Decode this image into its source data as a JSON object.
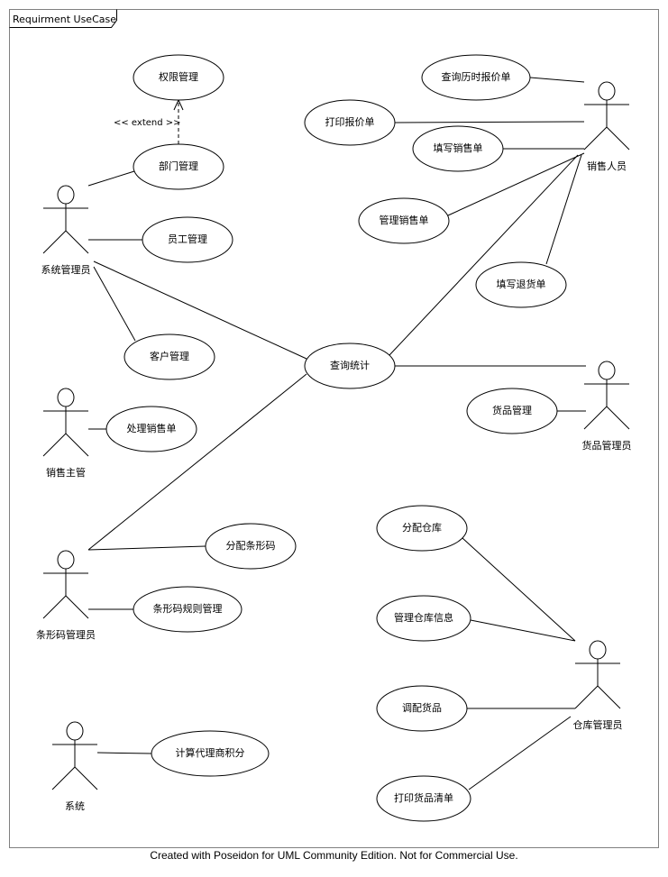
{
  "diagram": {
    "frame_title": "Requirment UseCase",
    "footer": "Created with Poseidon for UML Community Edition. Not for Commercial Use."
  },
  "actors": [
    {
      "id": "sysadmin",
      "label": "系统管理员"
    },
    {
      "id": "sales",
      "label": "销售人员"
    },
    {
      "id": "salesmgr",
      "label": "销售主管"
    },
    {
      "id": "goodsmgr",
      "label": "货品管理员"
    },
    {
      "id": "barcodemgr",
      "label": "条形码管理员"
    },
    {
      "id": "warehousemgr",
      "label": "仓库管理员"
    },
    {
      "id": "system",
      "label": "系统"
    }
  ],
  "use_cases": [
    {
      "id": "perm",
      "label": "权限管理"
    },
    {
      "id": "dept",
      "label": "部门管理"
    },
    {
      "id": "staff",
      "label": "员工管理"
    },
    {
      "id": "customer",
      "label": "客户管理"
    },
    {
      "id": "query",
      "label": "查询统计"
    },
    {
      "id": "history_quote",
      "label": "查询历时报价单"
    },
    {
      "id": "print_quote",
      "label": "打印报价单"
    },
    {
      "id": "fill_sales",
      "label": "填写销售单"
    },
    {
      "id": "manage_sales",
      "label": "管理销售单"
    },
    {
      "id": "fill_return",
      "label": "填写退货单"
    },
    {
      "id": "goods",
      "label": "货品管理"
    },
    {
      "id": "handle_sales",
      "label": "处理销售单"
    },
    {
      "id": "assign_barcode",
      "label": "分配条形码"
    },
    {
      "id": "barcode_rules",
      "label": "条形码规则管理"
    },
    {
      "id": "assign_wh",
      "label": "分配仓库"
    },
    {
      "id": "wh_info",
      "label": "管理仓库信息"
    },
    {
      "id": "allocate_goods",
      "label": "调配货品"
    },
    {
      "id": "print_goods",
      "label": "打印货品清单"
    },
    {
      "id": "agent_points",
      "label": "计算代理商积分"
    }
  ],
  "relations": [
    {
      "type": "extend",
      "from": "dept",
      "to": "perm",
      "label": "<< extend >>"
    },
    {
      "type": "association",
      "from": "sysadmin",
      "to": "dept"
    },
    {
      "type": "association",
      "from": "sysadmin",
      "to": "staff"
    },
    {
      "type": "association",
      "from": "sysadmin",
      "to": "customer"
    },
    {
      "type": "association",
      "from": "sysadmin",
      "to": "query"
    },
    {
      "type": "association",
      "from": "sales",
      "to": "history_quote"
    },
    {
      "type": "association",
      "from": "sales",
      "to": "print_quote"
    },
    {
      "type": "association",
      "from": "sales",
      "to": "fill_sales"
    },
    {
      "type": "association",
      "from": "sales",
      "to": "manage_sales"
    },
    {
      "type": "association",
      "from": "sales",
      "to": "fill_return"
    },
    {
      "type": "association",
      "from": "sales",
      "to": "query"
    },
    {
      "type": "association",
      "from": "goodsmgr",
      "to": "query"
    },
    {
      "type": "association",
      "from": "goodsmgr",
      "to": "goods"
    },
    {
      "type": "association",
      "from": "salesmgr",
      "to": "handle_sales"
    },
    {
      "type": "association",
      "from": "barcodemgr",
      "to": "query"
    },
    {
      "type": "association",
      "from": "barcodemgr",
      "to": "assign_barcode"
    },
    {
      "type": "association",
      "from": "barcodemgr",
      "to": "barcode_rules"
    },
    {
      "type": "association",
      "from": "warehousemgr",
      "to": "assign_wh"
    },
    {
      "type": "association",
      "from": "warehousemgr",
      "to": "wh_info"
    },
    {
      "type": "association",
      "from": "warehousemgr",
      "to": "allocate_goods"
    },
    {
      "type": "association",
      "from": "warehousemgr",
      "to": "print_goods"
    },
    {
      "type": "association",
      "from": "system",
      "to": "agent_points"
    }
  ]
}
